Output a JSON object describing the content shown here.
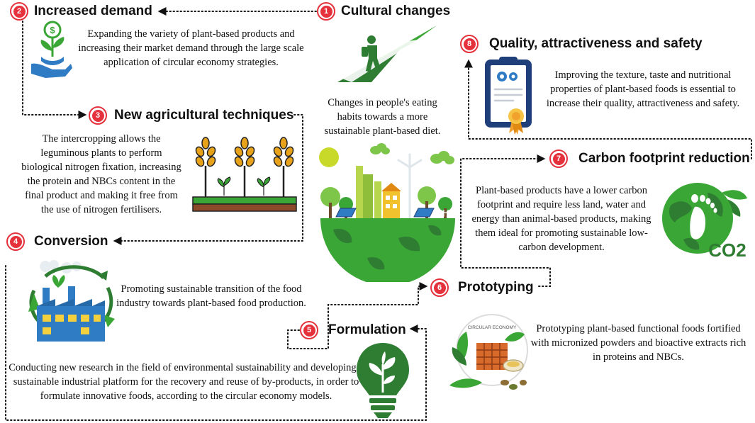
{
  "steps": [
    {
      "number": "1",
      "title": "Cultural changes",
      "description": "Changes in people's eating habits towards a more sustainable plant-based diet."
    },
    {
      "number": "2",
      "title": "Increased demand",
      "description": "Expanding the variety of plant-based products and increasing their market demand through the large scale application of circular economy strategies."
    },
    {
      "number": "3",
      "title": "New agricultural techniques",
      "description": "The intercropping allows the leguminous plants to perform biological nitrogen fixation, increasing the protein and NBCs content in the final product and making it free from the use of nitrogen fertilisers."
    },
    {
      "number": "4",
      "title": "Conversion",
      "description": "Promoting sustainable transition of the food industry towards plant-based food production."
    },
    {
      "number": "5",
      "title": "Formulation",
      "description": "Conducting new research in the field of environmental sustainability and developing a sustainable industrial platform for the recovery and reuse of by-products, in order to formulate innovative foods, according to the circular economy models."
    },
    {
      "number": "6",
      "title": "Prototyping",
      "description": "Prototyping plant-based functional foods fortified with micronized powders and bioactive extracts rich in proteins and NBCs."
    },
    {
      "number": "7",
      "title": "Carbon footprint reduction",
      "description": "Plant-based products have a lower carbon footprint and require less land, water and energy than animal-based products, making them ideal for promoting sustainable low-carbon development."
    },
    {
      "number": "8",
      "title": "Quality, attractiveness and safety",
      "description": "Improving the texture, taste and nutritional properties of plant-based foods is essential to increase their quality, attractiveness and safety."
    }
  ],
  "icon_labels": {
    "co2": "CO2",
    "circular_economy": "CIRCULAR ECONOMY"
  },
  "colors": {
    "accent": "#e5313c",
    "green": "#3aa635",
    "dark_green": "#2e7d32",
    "blue": "#2f7bc4"
  },
  "icons": [
    "path-walker-icon",
    "money-plant-hand-icon",
    "wheat-field-icon",
    "factory-recycle-icon",
    "green-earth-city-icon",
    "lightbulb-plant-icon",
    "circular-economy-food-icon",
    "co2-footprint-globe-icon",
    "certificate-icon"
  ]
}
